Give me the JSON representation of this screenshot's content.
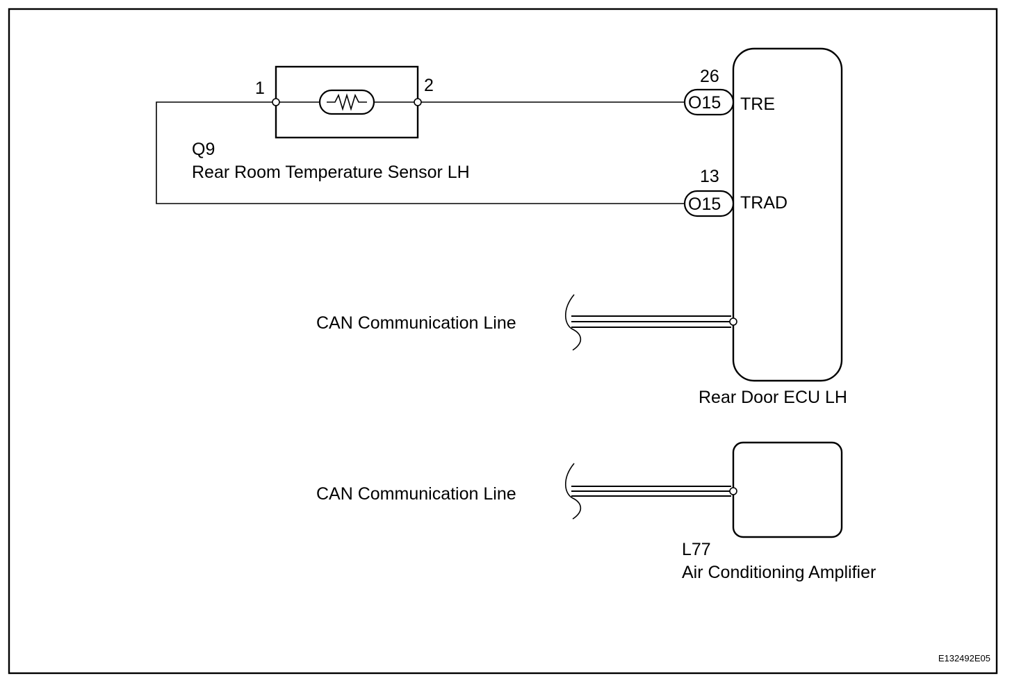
{
  "sensor": {
    "code": "Q9",
    "name": "Rear Room Temperature Sensor LH",
    "pin1": "1",
    "pin2": "2"
  },
  "ecu": {
    "name": "Rear Door ECU LH",
    "connectors": [
      {
        "pin": "26",
        "connector": "O15",
        "signal": "TRE"
      },
      {
        "pin": "13",
        "connector": "O15",
        "signal": "TRAD"
      }
    ]
  },
  "can_lines": [
    {
      "label": "CAN Communication Line"
    },
    {
      "label": "CAN Communication Line"
    }
  ],
  "amplifier": {
    "code": "L77",
    "name": "Air Conditioning Amplifier"
  },
  "figure_code": "E132492E05"
}
